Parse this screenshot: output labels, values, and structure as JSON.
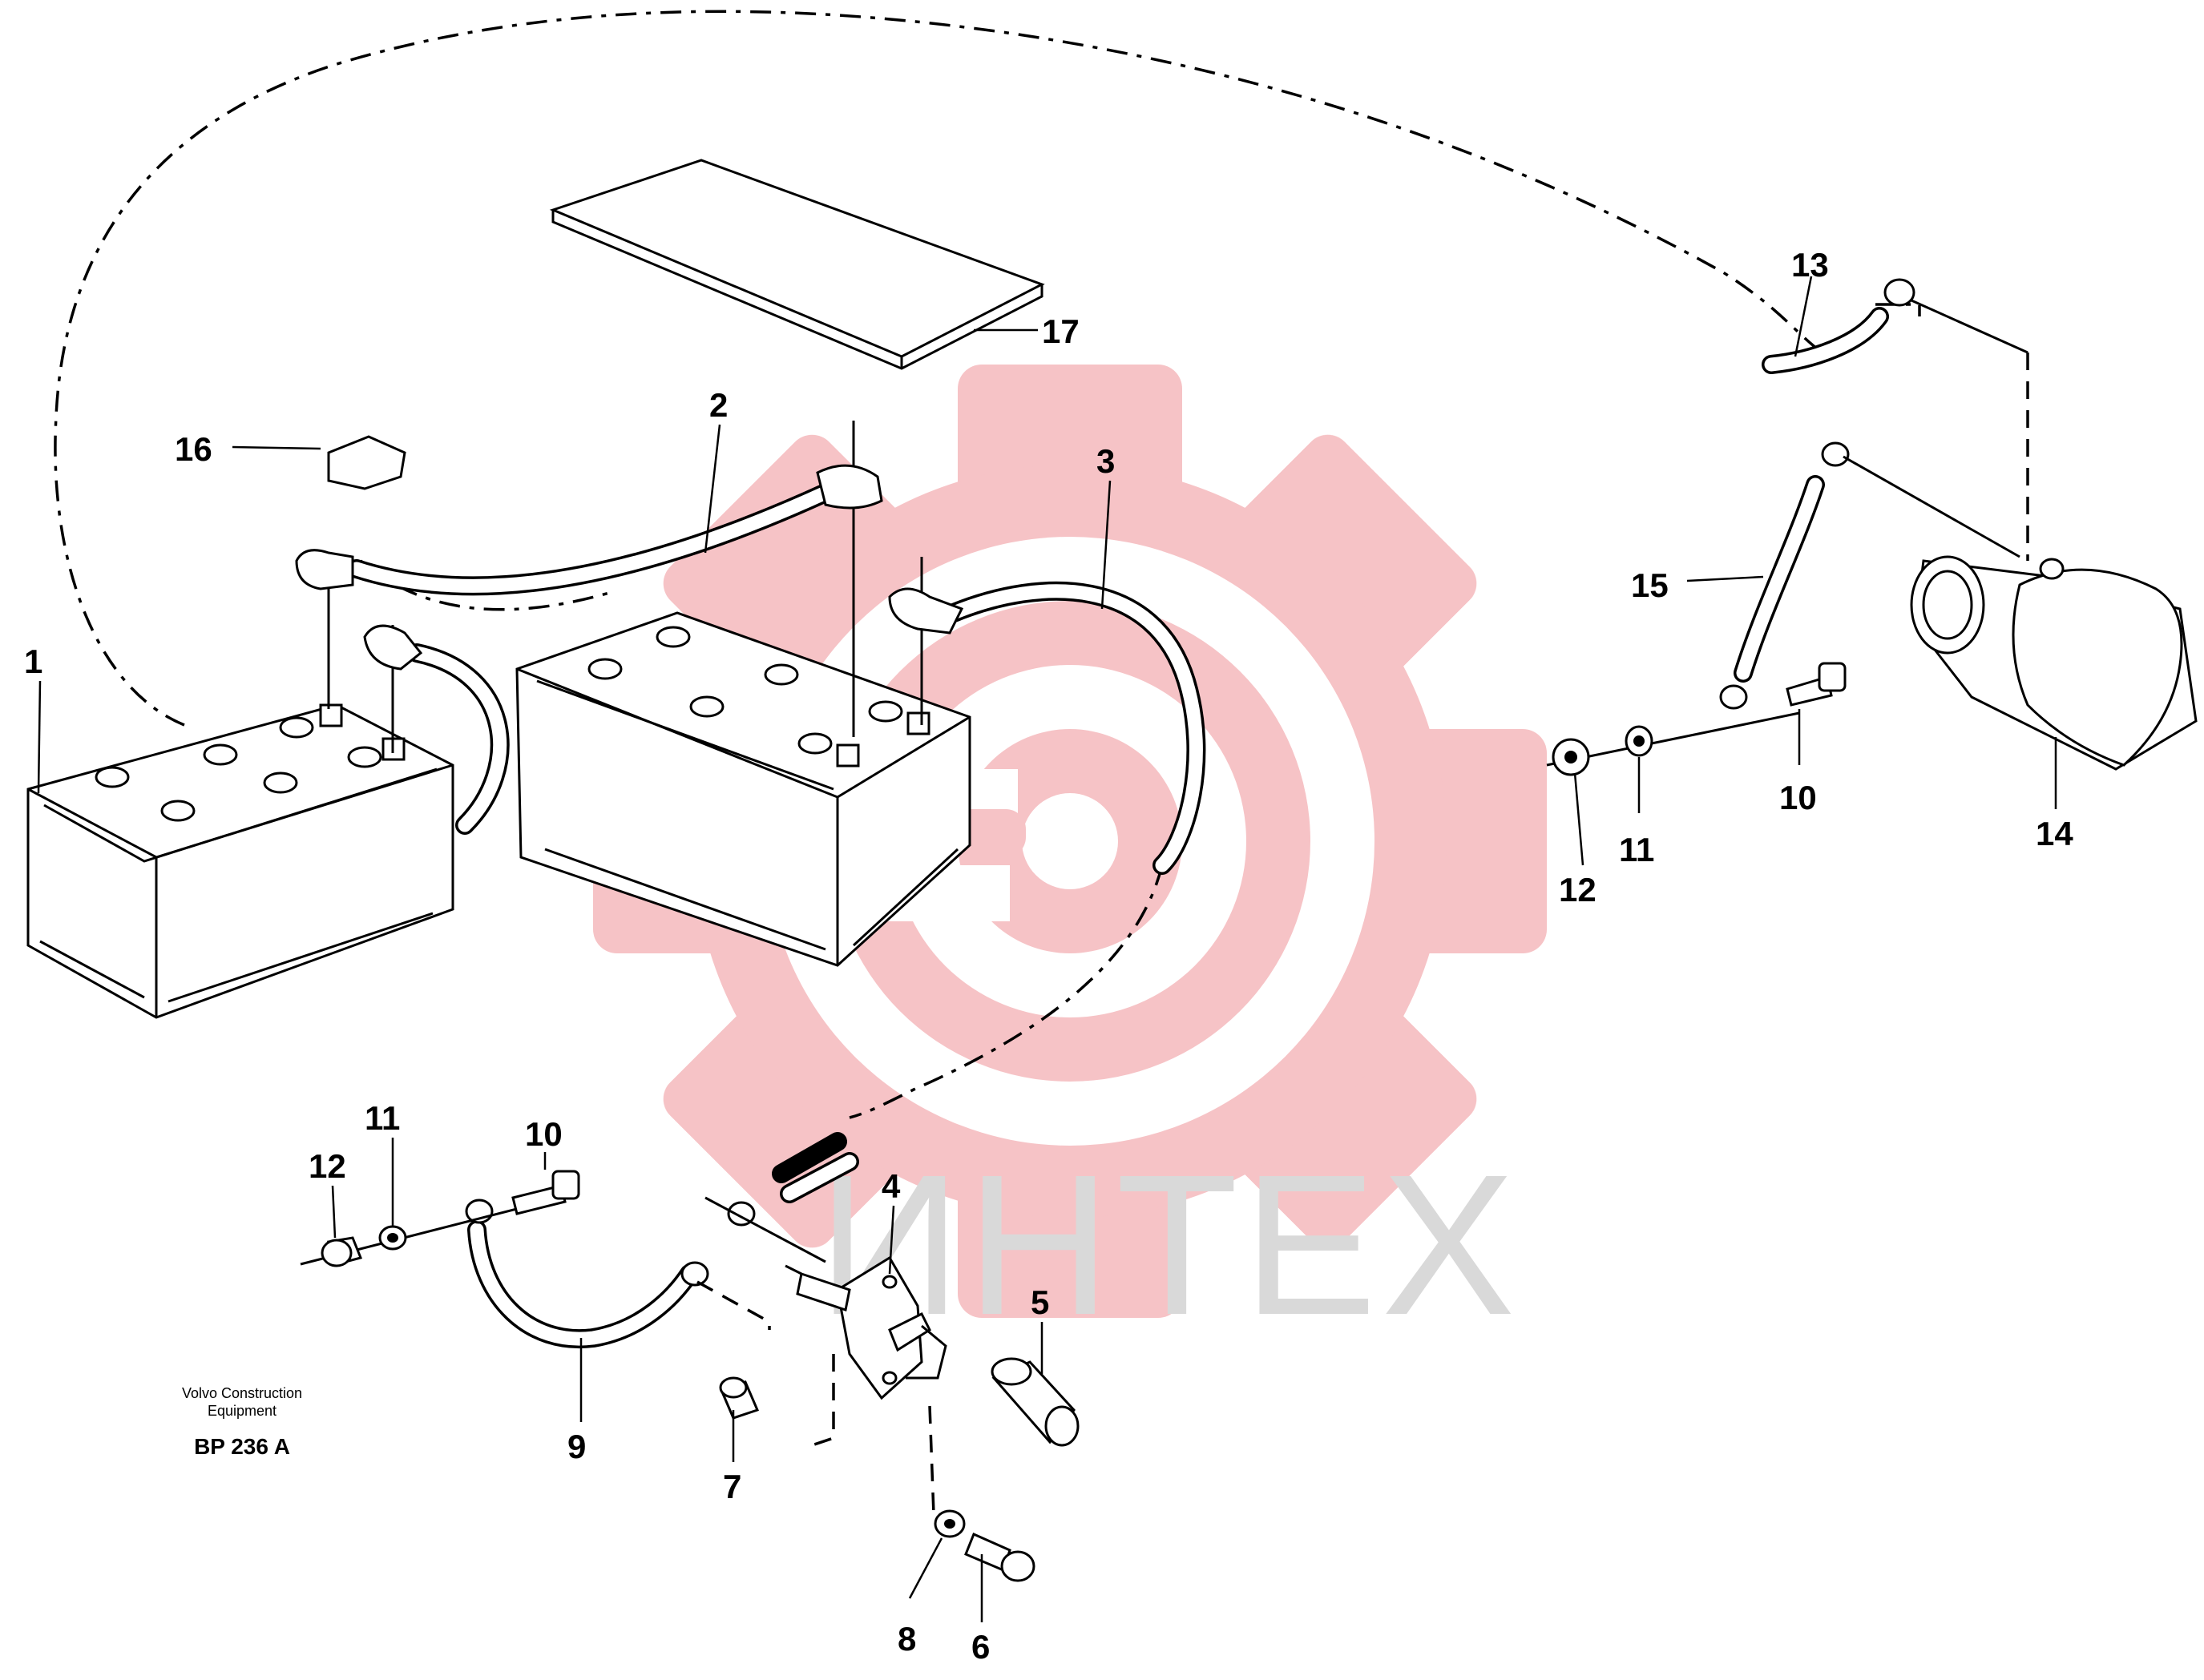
{
  "watermark": {
    "text": "ИНТЕХ",
    "gear_color": "#f5b9bc",
    "text_color": "#d9d9d9"
  },
  "caption": {
    "line1": "Volvo Construction",
    "line2": "Equipment",
    "code": "BP 236 A"
  },
  "callouts": [
    {
      "id": "c1",
      "text": "1"
    },
    {
      "id": "c2",
      "text": "2"
    },
    {
      "id": "c3",
      "text": "3"
    },
    {
      "id": "c4",
      "text": "4"
    },
    {
      "id": "c5",
      "text": "5"
    },
    {
      "id": "c6",
      "text": "6"
    },
    {
      "id": "c7",
      "text": "7"
    },
    {
      "id": "c8",
      "text": "8"
    },
    {
      "id": "c9",
      "text": "9"
    },
    {
      "id": "c10a",
      "text": "10"
    },
    {
      "id": "c10b",
      "text": "10"
    },
    {
      "id": "c11a",
      "text": "11"
    },
    {
      "id": "c11b",
      "text": "11"
    },
    {
      "id": "c12a",
      "text": "12"
    },
    {
      "id": "c12b",
      "text": "12"
    },
    {
      "id": "c13",
      "text": "13"
    },
    {
      "id": "c14",
      "text": "14"
    },
    {
      "id": "c15",
      "text": "15"
    },
    {
      "id": "c16",
      "text": "16"
    },
    {
      "id": "c17",
      "text": "17"
    }
  ]
}
